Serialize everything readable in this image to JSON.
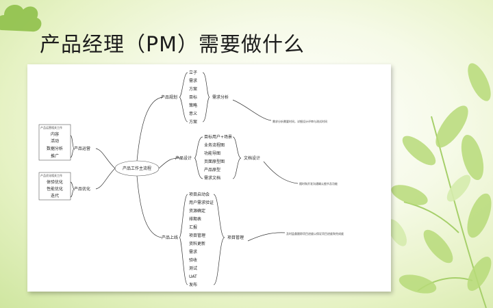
{
  "slide": {
    "title": "产品经理（PM）需要做什么"
  },
  "mindmap": {
    "central": "产品工作主流程",
    "branches": {
      "product_planning": {
        "label": "产品规划",
        "items": [
          "立子",
          "需求",
          "方案",
          "目标",
          "策略",
          "意义",
          "方案"
        ],
        "next": "需求分析",
        "note": "需求分析需要时间，详细设计评审与测试时间"
      },
      "product_design": {
        "label": "产品设计",
        "items": [
          "目标用户+场景",
          "业务流程图",
          "功能导图",
          "页面原型图",
          "产品原型",
          "需求文档"
        ],
        "next": "文档设计",
        "note": "随时和开发沟通确认细节及功能"
      },
      "product_launch": {
        "label": "产品上线",
        "items": [
          "项目启动会",
          "用户需求验证",
          "资源确定",
          "排期表",
          "汇报",
          "项目管理",
          "资料更新",
          "需求",
          "验收",
          "测试",
          "UAT",
          "发布"
        ],
        "next": "项目管理",
        "note": "及时监督跟踪项目进度以保证项目进度和完成度"
      },
      "product_operation": {
        "label": "产品运营",
        "header": "产品运营相关工作",
        "items": [
          "内容",
          "活动",
          "数据分析",
          "推广"
        ]
      },
      "product_optimization": {
        "label": "产品优化",
        "header": "产品优化相关工作",
        "items": [
          "体验优化",
          "性能优化",
          "迭代"
        ]
      }
    }
  },
  "colors": {
    "accent": "#8fc04a",
    "leaf": "#b8db7a"
  }
}
